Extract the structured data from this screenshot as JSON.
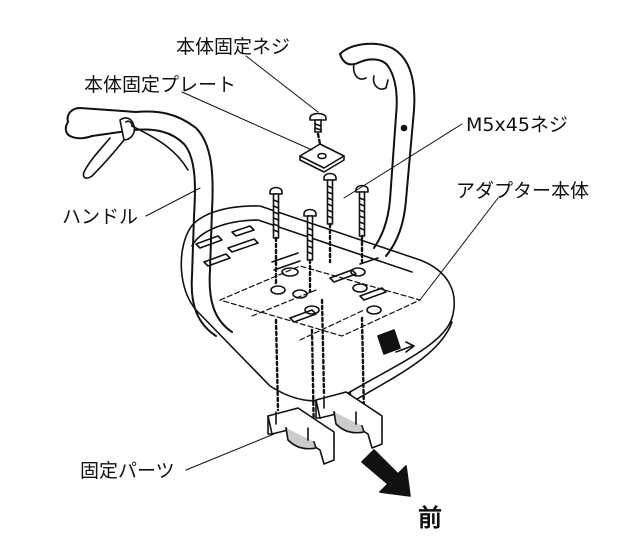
{
  "labels": {
    "body_fixing_screw": "本体固定ネジ",
    "body_fixing_plate": "本体固定プレート",
    "m5_screw": "M5x45ネジ",
    "adapter_body": "アダプター本体",
    "handle": "ハンドル",
    "fixing_parts": "固定パーツ",
    "front": "前"
  },
  "colors": {
    "line": "#111111",
    "fill": "#ffffff",
    "shade": "#cccccc"
  }
}
